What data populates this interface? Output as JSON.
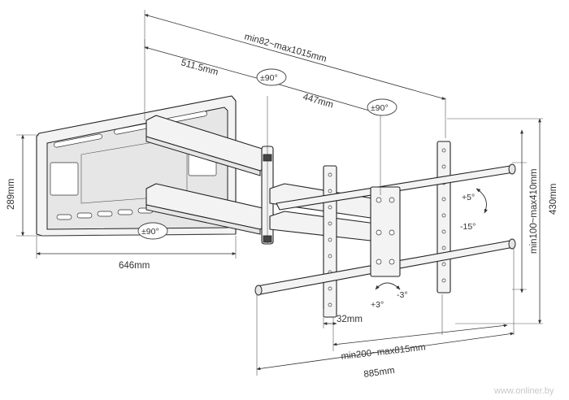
{
  "dimensions": {
    "arm_reach": "min82~max1015mm",
    "arm_first": "511.5mm",
    "arm_second": "447mm",
    "plate_height": "289mm",
    "plate_width": "646mm",
    "bracket_height": "430mm",
    "vertical_spacing": "min100~max410mm",
    "horizontal_spacing": "min200~max815mm",
    "rail_width": "885mm",
    "rail_offset": "32mm"
  },
  "rotations": {
    "top_joint": "±90°",
    "middle_joint": "±90°",
    "wall_joint": "±90°",
    "tilt_up": "+5°",
    "tilt_down": "-15°",
    "level_plus": "+3°",
    "level_minus": "-3°"
  },
  "watermark": "www.onliner.by"
}
